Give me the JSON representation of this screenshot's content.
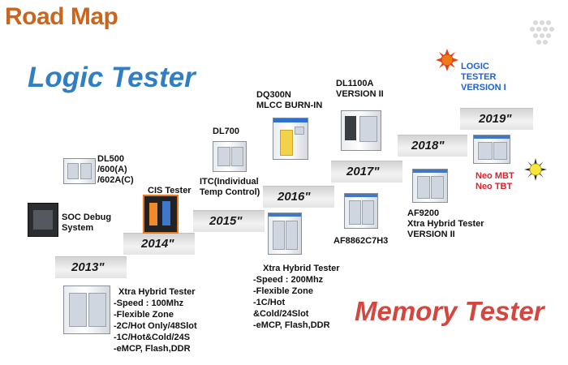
{
  "page_title": "Road Map",
  "logic_heading": "Logic Tester",
  "memory_heading": "Memory Tester",
  "years": [
    "2013\"",
    "2014\"",
    "2015\"",
    "2016\"",
    "2017\"",
    "2018\"",
    "2019\""
  ],
  "products": {
    "soc": "SOC Debug\nSystem",
    "dl500": "DL500\n/600(A)\n/602A(C)",
    "cis": "CIS Tester",
    "dl700": "DL700",
    "itc": "ITC(Individual\nTemp Control)",
    "dq300n": "DQ300N\nMLCC BURN-IN",
    "dl1100a": "DL1100A\nVERSION II",
    "logic_v1": "LOGIC\nTESTER\nVERSION I",
    "af8862": "AF8862C7H3",
    "af9200": "AF9200\nXtra Hybrid Tester\nVERSION II",
    "neo": "Neo MBT\nNeo TBT"
  },
  "xtra_2013": {
    "name": "Xtra Hybrid Tester",
    "specs": [
      "-Speed : 100Mhz",
      "-Flexible Zone",
      "-2C/Hot Only/48Slot",
      "-1C/Hot&Cold/24S",
      "-eMCP, Flash,DDR"
    ]
  },
  "xtra_2016": {
    "name": "Xtra Hybrid Tester",
    "specs": [
      "-Speed : 200Mhz",
      "-Flexible Zone",
      "-1C/Hot",
      "&Cold/24Slot",
      "-eMCP, Flash,DDR"
    ]
  },
  "icons": [
    "sun-icon-orange",
    "sun-icon-yellow",
    "dots-logo-icon"
  ],
  "colors": {
    "title": "#c9651c",
    "logic": "#2f7fc4",
    "memory": "#d2473f",
    "step": "#e2e2e2"
  }
}
